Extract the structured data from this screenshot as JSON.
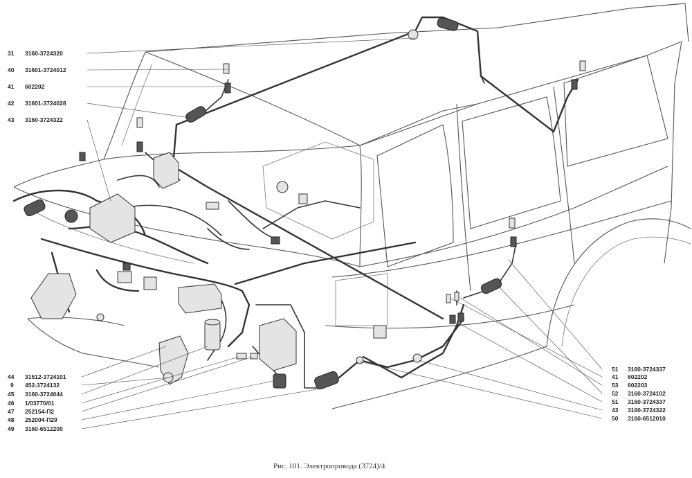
{
  "caption": "Рис. 101. Электропровода (3724)/4",
  "labels_left": [
    {
      "num": "31",
      "code": "3160-3724320"
    },
    {
      "num": "40",
      "code": "31601-3724012"
    },
    {
      "num": "41",
      "code": "602202"
    },
    {
      "num": "42",
      "code": "31601-3724028"
    },
    {
      "num": "43",
      "code": "3160-3724322"
    },
    {
      "num": "44",
      "code": "31512-3724101"
    },
    {
      "num": "9",
      "code": "452-3724132"
    },
    {
      "num": "45",
      "code": "3160-3724044"
    },
    {
      "num": "46",
      "code": "1/03770/01"
    },
    {
      "num": "47",
      "code": "252154-П2"
    },
    {
      "num": "48",
      "code": "252004-П29"
    },
    {
      "num": "49",
      "code": "3160-6512200"
    }
  ],
  "labels_right": [
    {
      "num": "51",
      "code": "3160-3724337"
    },
    {
      "num": "41",
      "code": "602202"
    },
    {
      "num": "53",
      "code": "602203"
    },
    {
      "num": "52",
      "code": "3160-3724102"
    },
    {
      "num": "51",
      "code": "3160-3724337"
    },
    {
      "num": "43",
      "code": "3160-3724322"
    },
    {
      "num": "50",
      "code": "3160-6512010"
    }
  ]
}
